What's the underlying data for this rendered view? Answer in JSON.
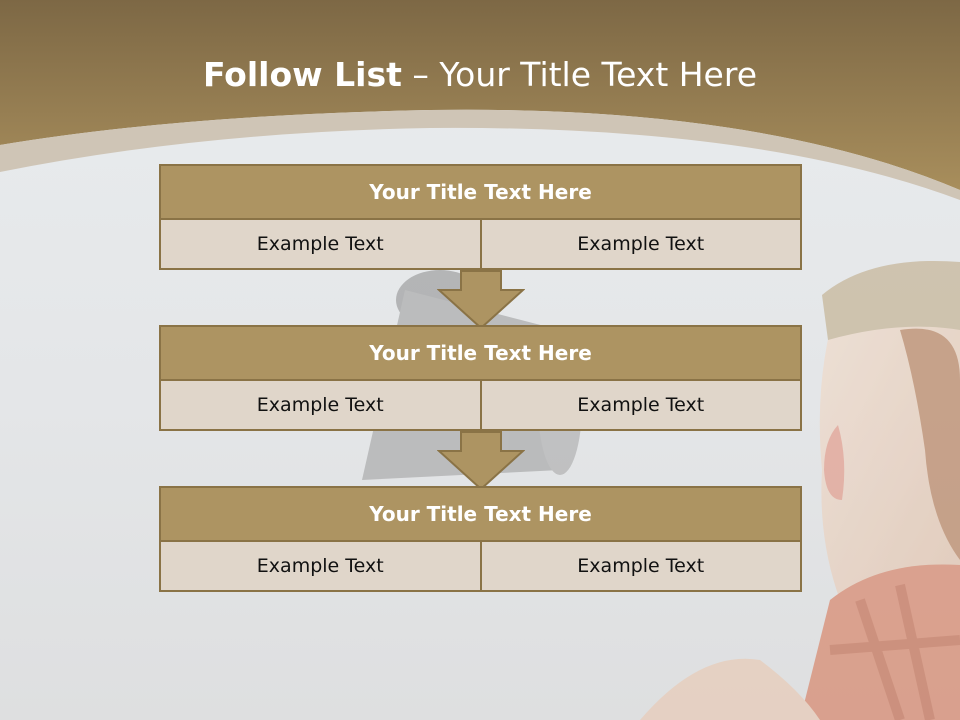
{
  "slide": {
    "title_strong": "Follow List",
    "title_rest": " – Your Title Text Here"
  },
  "flow": {
    "blocks": [
      {
        "title": "Your Title Text Here",
        "left": "Example Text",
        "right": "Example Text"
      },
      {
        "title": "Your Title Text Here",
        "left": "Example Text",
        "right": "Example Text"
      },
      {
        "title": "Your Title Text Here",
        "left": "Example Text",
        "right": "Example Text"
      }
    ]
  },
  "colors": {
    "header_brown": "#9c8152",
    "title_bar": "#ad9462",
    "border": "#8a7346",
    "cell_bg": "#e0d6ca"
  }
}
